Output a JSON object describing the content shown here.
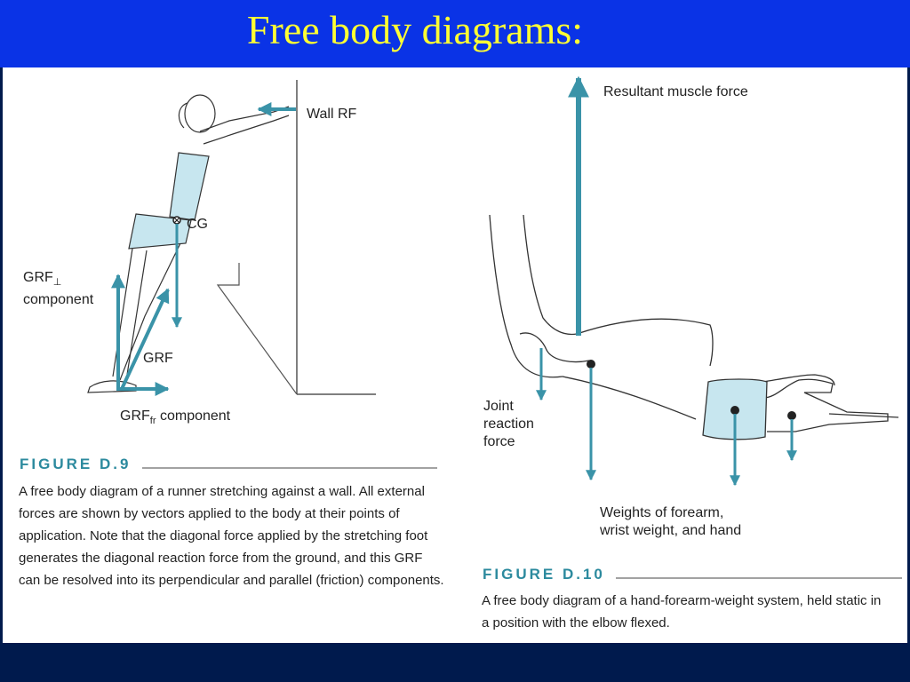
{
  "title": "Free body diagrams:",
  "colors": {
    "header": "#0a33e6",
    "title": "#ffff33",
    "footer": "#001a4d",
    "vector": "#3a93a8",
    "body_fill": "#c7e6ef"
  },
  "fig9": {
    "labels": {
      "wall_rf": "Wall RF",
      "cg": "CG",
      "grf_perp_1": "GRF",
      "grf_perp_sub": "⊥",
      "grf_perp_2": "component",
      "grf": "GRF",
      "grf_fr_1": "GRF",
      "grf_fr_sub": "fr",
      "grf_fr_2": " component"
    },
    "figure_label": "FIGURE D.9",
    "caption": "A free body diagram of a runner stretching against a wall. All external forces are shown by vectors applied to the body at their points of application. Note that the diagonal force applied by the stretching foot generates the diagonal reaction force from the ground, and this GRF can be resolved into its perpendicular and parallel (friction) components."
  },
  "fig10": {
    "labels": {
      "resultant": "Resultant muscle force",
      "joint_1": "Joint",
      "joint_2": "reaction",
      "joint_3": "force",
      "weights_1": "Weights of forearm,",
      "weights_2": "wrist weight, and hand"
    },
    "figure_label": "FIGURE D.10",
    "caption": "A free body diagram of a hand-forearm-weight system, held static in a position with the elbow flexed."
  }
}
